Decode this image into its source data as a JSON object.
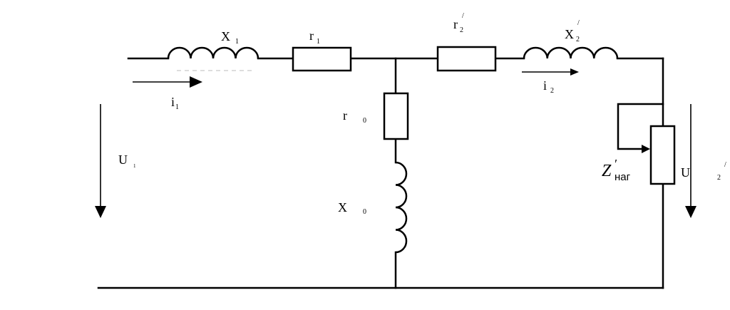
{
  "labels": {
    "x1": "X",
    "x1_sub": "1",
    "r1": "r",
    "r1_sub": "1",
    "r2": "r",
    "r2_sub": "2",
    "r2_prime": "/",
    "x2": "X",
    "x2_sub": "2",
    "x2_prime": "/",
    "r0": "r",
    "r0_sub": "0",
    "x0": "X",
    "x0_sub": "0",
    "i1": "i",
    "i1_sub": "1",
    "i2": "i",
    "i2_sub": "2",
    "u1": "U",
    "u1_sub": "1",
    "u2": "U",
    "u2_sub": "2",
    "u2_prime": "/",
    "z": "Z",
    "z_prime": "′",
    "z_sub": "наг"
  }
}
